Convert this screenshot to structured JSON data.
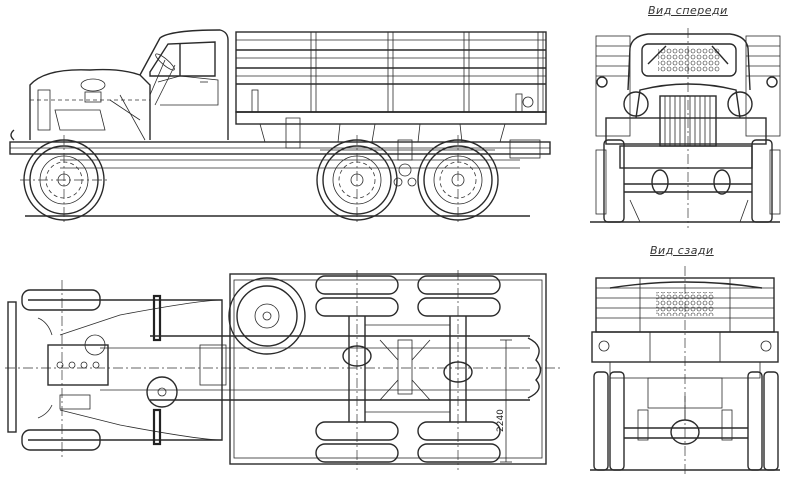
{
  "drawing": {
    "subject": "6x6 truck technical blueprint",
    "views": {
      "side": {
        "label": ""
      },
      "front": {
        "label": "Вид спереди"
      },
      "rear": {
        "label": "Вид сзади"
      },
      "top": {
        "label": ""
      }
    },
    "dimensions": {
      "track_width": "2240"
    },
    "colors": {
      "line": "#2a2a2a",
      "background": "#ffffff"
    }
  }
}
